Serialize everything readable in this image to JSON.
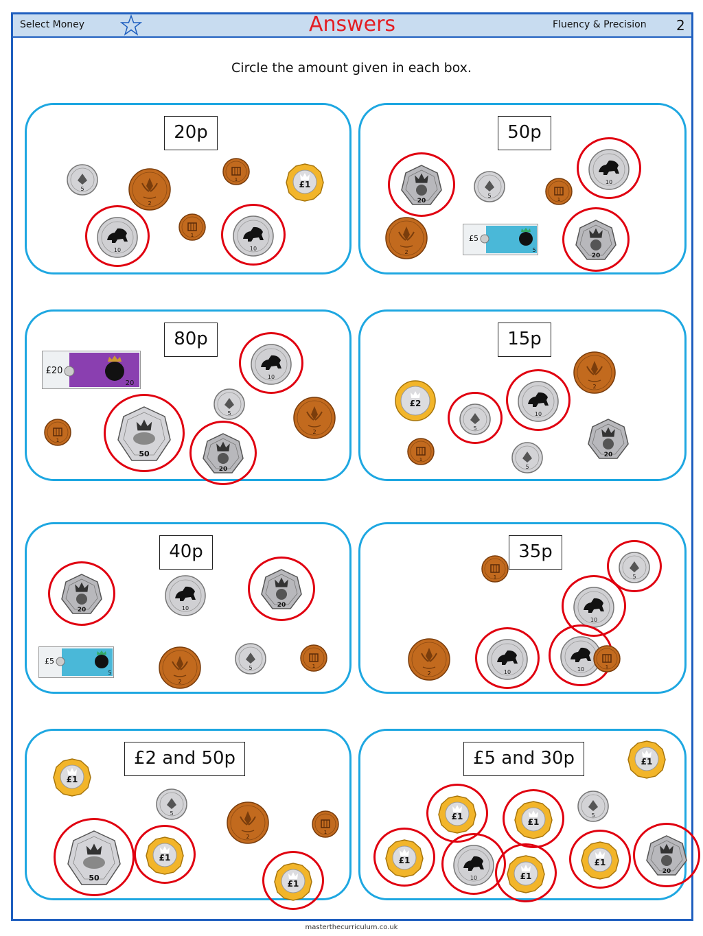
{
  "header": {
    "left_label": "Select Money",
    "title": "Answers",
    "right_label": "Fluency & Precision",
    "page_number": "2"
  },
  "instruction": "Circle the amount given in each box.",
  "footer": "masterthecurriculum.co.uk",
  "money_labels": {
    "c1": "1",
    "c2": "2",
    "c5": "5",
    "c10": "10",
    "c20": "20",
    "c50": "50",
    "p1": "£1",
    "p2": "£2",
    "n5": "£5",
    "n20": "£20",
    "n5_big": "5",
    "n20_big": "20"
  },
  "colors": {
    "border_blue": "#1f5fbf",
    "header_bg": "#c8dcf0",
    "panel_border": "#1ea7e1",
    "answer_ring": "#e00010",
    "title_red": "#e31e24"
  },
  "panels": [
    {
      "amount": "20p",
      "items": [
        {
          "type": "c5",
          "circled": false
        },
        {
          "type": "c2",
          "circled": false
        },
        {
          "type": "c1",
          "circled": false
        },
        {
          "type": "p1",
          "circled": false
        },
        {
          "type": "c10",
          "circled": true
        },
        {
          "type": "c1",
          "circled": false
        },
        {
          "type": "c10",
          "circled": true
        }
      ]
    },
    {
      "amount": "50p",
      "items": [
        {
          "type": "c20",
          "circled": true
        },
        {
          "type": "c5",
          "circled": false
        },
        {
          "type": "c1",
          "circled": false
        },
        {
          "type": "c10",
          "circled": true
        },
        {
          "type": "c2",
          "circled": false
        },
        {
          "type": "n5",
          "circled": false
        },
        {
          "type": "c20",
          "circled": true
        }
      ]
    },
    {
      "amount": "80p",
      "items": [
        {
          "type": "n20",
          "circled": false
        },
        {
          "type": "c10",
          "circled": true
        },
        {
          "type": "c5",
          "circled": false
        },
        {
          "type": "c2",
          "circled": false
        },
        {
          "type": "c1",
          "circled": false
        },
        {
          "type": "c50",
          "circled": true
        },
        {
          "type": "c20",
          "circled": true
        }
      ]
    },
    {
      "amount": "15p",
      "items": [
        {
          "type": "p2",
          "circled": false
        },
        {
          "type": "c2",
          "circled": false
        },
        {
          "type": "c10",
          "circled": true
        },
        {
          "type": "c5",
          "circled": true
        },
        {
          "type": "c1",
          "circled": false
        },
        {
          "type": "c5",
          "circled": false
        },
        {
          "type": "c20",
          "circled": false
        }
      ]
    },
    {
      "amount": "40p",
      "items": [
        {
          "type": "c20",
          "circled": true
        },
        {
          "type": "c10",
          "circled": false
        },
        {
          "type": "c20",
          "circled": true
        },
        {
          "type": "n5",
          "circled": false
        },
        {
          "type": "c2",
          "circled": false
        },
        {
          "type": "c5",
          "circled": false
        },
        {
          "type": "c1",
          "circled": false
        }
      ]
    },
    {
      "amount": "35p",
      "items": [
        {
          "type": "c5",
          "circled": true
        },
        {
          "type": "c10",
          "circled": true
        },
        {
          "type": "c1",
          "circled": false
        },
        {
          "type": "c10",
          "circled": true
        },
        {
          "type": "c2",
          "circled": false
        },
        {
          "type": "c10",
          "circled": true
        },
        {
          "type": "c1",
          "circled": false
        }
      ]
    },
    {
      "amount": "£2 and 50p",
      "items": [
        {
          "type": "p1",
          "circled": false
        },
        {
          "type": "c5",
          "circled": false
        },
        {
          "type": "c2",
          "circled": false
        },
        {
          "type": "c1",
          "circled": false
        },
        {
          "type": "c50",
          "circled": true
        },
        {
          "type": "p1",
          "circled": true
        },
        {
          "type": "p1",
          "circled": true
        }
      ]
    },
    {
      "amount": "£5 and 30p",
      "items": [
        {
          "type": "p1",
          "circled": false
        },
        {
          "type": "p1",
          "circled": true
        },
        {
          "type": "p1",
          "circled": true
        },
        {
          "type": "c5",
          "circled": false
        },
        {
          "type": "p1",
          "circled": true
        },
        {
          "type": "c10",
          "circled": true
        },
        {
          "type": "p1",
          "circled": true
        },
        {
          "type": "p1",
          "circled": true
        },
        {
          "type": "c20",
          "circled": true
        }
      ]
    }
  ]
}
